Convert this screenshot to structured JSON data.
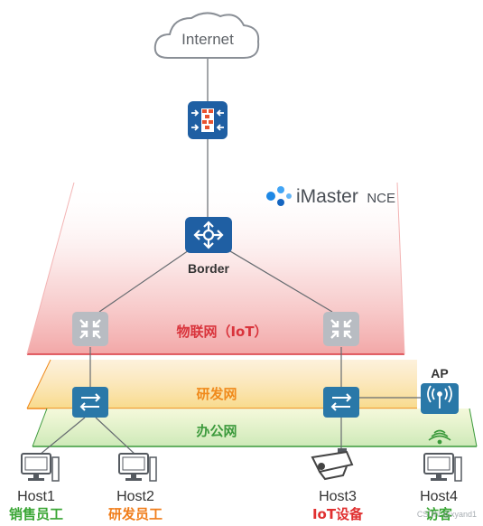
{
  "cloud": {
    "label": "Internet"
  },
  "controller": {
    "brand": "iMaster",
    "suffix": "NCE"
  },
  "border": {
    "label": "Border"
  },
  "layers": {
    "iot": "物联网（IoT）",
    "rd": "研发网",
    "office": "办公网"
  },
  "ap": {
    "label": "AP"
  },
  "hosts": [
    {
      "name": "Host1",
      "role": "销售员工"
    },
    {
      "name": "Host2",
      "role": "研发员工"
    },
    {
      "name": "Host3",
      "role": "IoT设备"
    },
    {
      "name": "Host4",
      "role": "访客"
    }
  ],
  "watermark": "CSDN @xyand1",
  "colors": {
    "device_blue": "#1f5fa3",
    "iot_red": "#d9343c",
    "rd_orange": "#f08a1c",
    "office_green": "#3c9a3c",
    "host_green": "#3aa635",
    "host_orange": "#f07d1a",
    "host_red": "#e03030",
    "device_gray": "#b8bcc2"
  }
}
